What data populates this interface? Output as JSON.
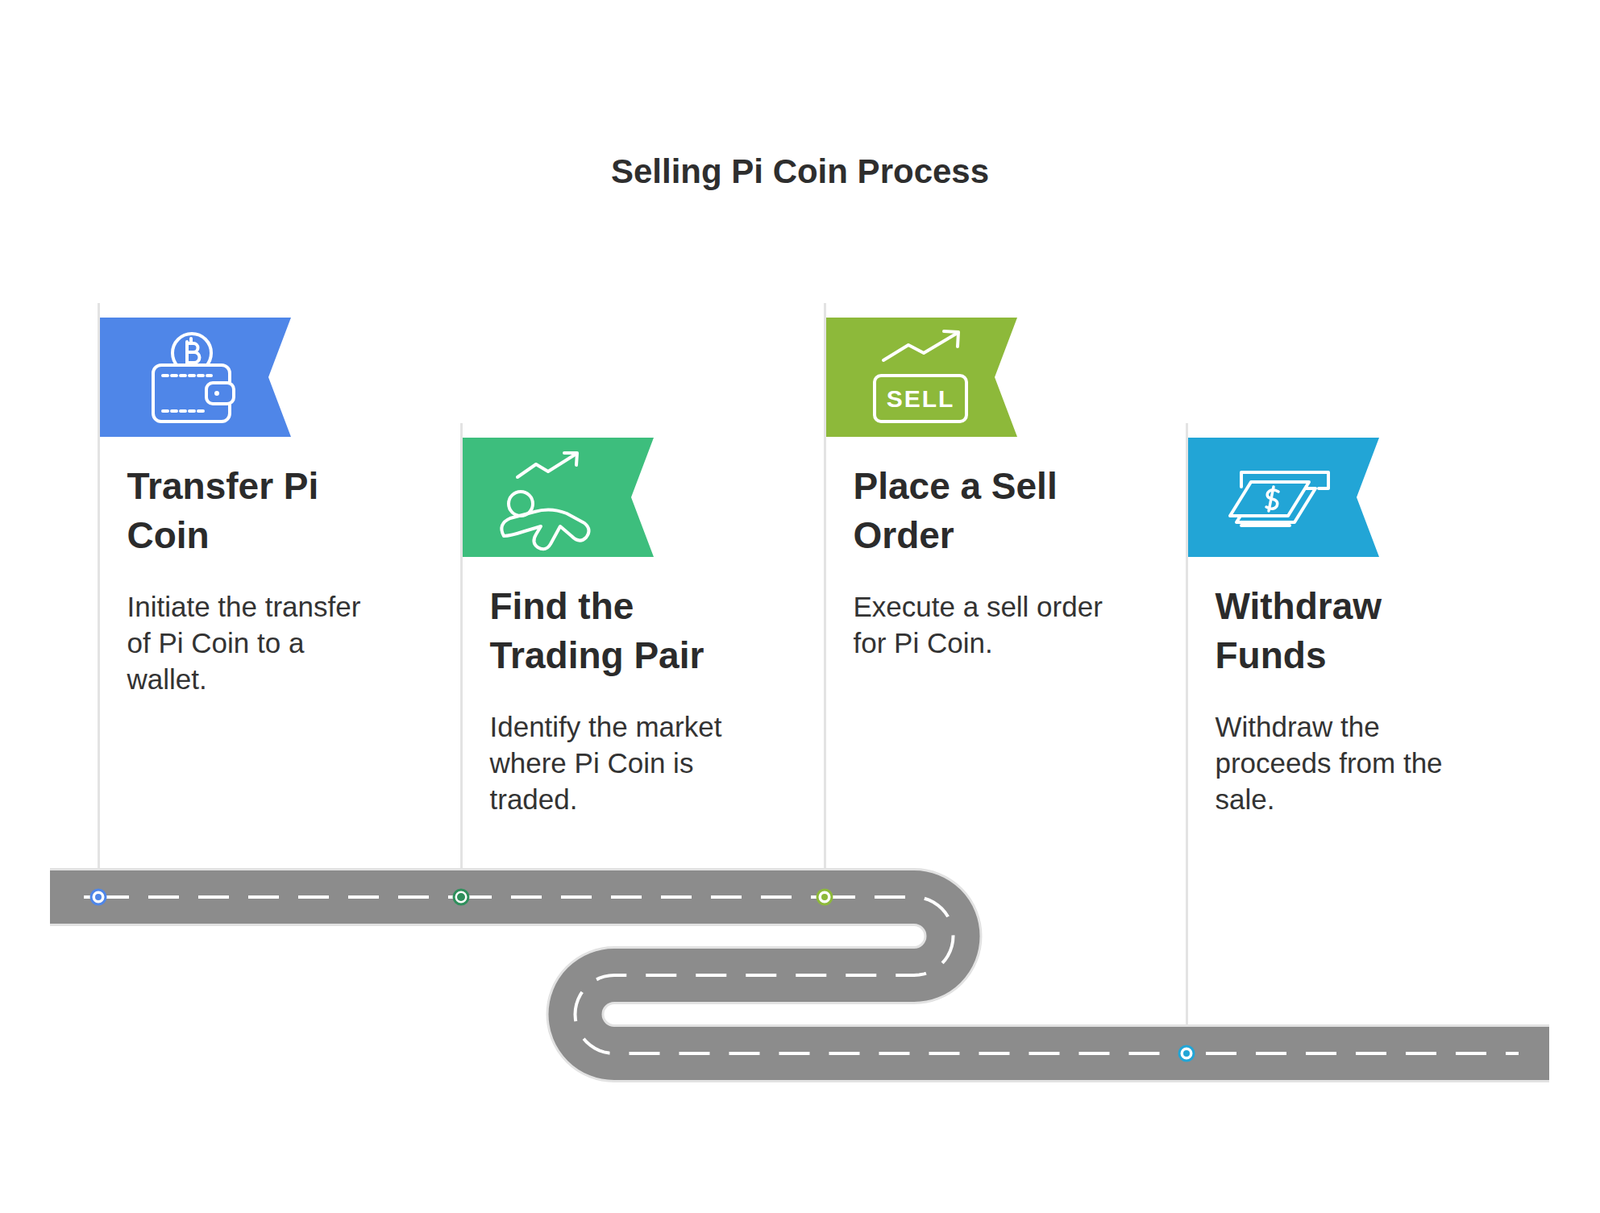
{
  "diagram": {
    "title": "Selling Pi Coin Process",
    "nodes": [
      {
        "text": [
          "Transfer Pi Coin",
          "Initiate the transfer of Pi Coin to a wallet."
        ]
      },
      {
        "text": [
          "Find the Trading Pair",
          "Identify the market where Pi Coin is traded."
        ]
      },
      {
        "text": [
          "Place a Sell Order",
          "Execute a sell order for Pi Coin."
        ]
      },
      {
        "text": [
          "Withdraw Funds",
          "Withdraw the proceeds from the sale."
        ]
      }
    ],
    "edges": [
      {
        "from": 0,
        "to": 1,
        "arrow": "none"
      },
      {
        "from": 1,
        "to": 2,
        "arrow": "none"
      },
      {
        "from": 2,
        "to": 3,
        "arrow": "none"
      }
    ],
    "labels": [
      "SELL"
    ]
  }
}
